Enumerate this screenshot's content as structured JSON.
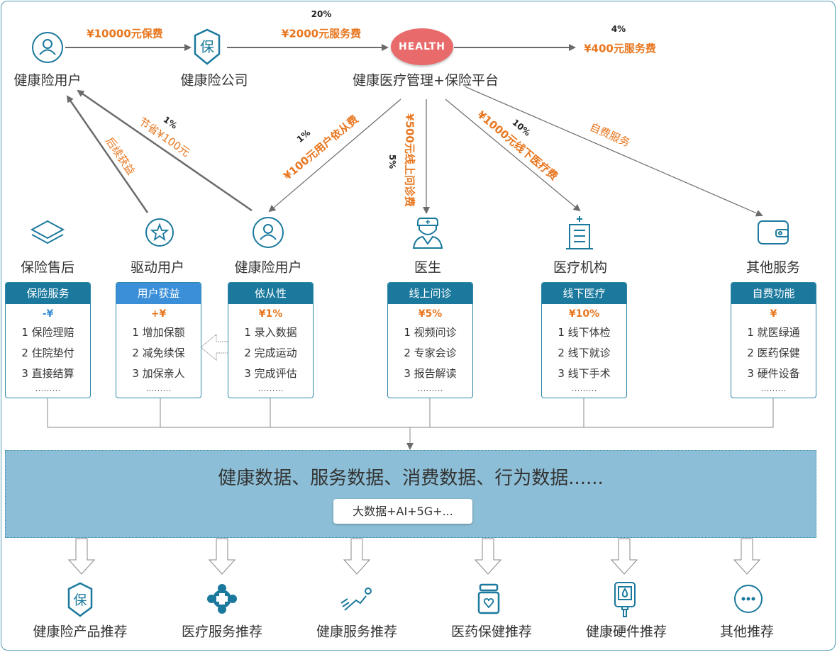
{
  "top": {
    "nodes": [
      "健康险用户",
      "健康险公司",
      "健康医疗管理+保险平台"
    ],
    "health_badge": "HEALTH",
    "arrow1_label": "¥10000元保费",
    "arrow2_pct": "20%",
    "arrow2_label": "¥2000元服务费",
    "arrow3_pct": "4%",
    "arrow3_label": "¥400元服务费"
  },
  "flows": {
    "save_pct": "1%",
    "save_label": "节省¥100元",
    "benefit_label": "后续获益",
    "compliance_pct": "1%",
    "compliance_label": "¥100元用户依从费",
    "online_pct": "5%",
    "online_label": "¥500元线上问诊费",
    "offline_pct": "10%",
    "offline_label": "¥1000元线下医疗费",
    "self_label": "自费服务"
  },
  "mid_nodes": [
    "保险售后",
    "驱动用户",
    "健康险用户",
    "医生",
    "医疗机构",
    "其他服务"
  ],
  "cards": [
    {
      "title": "保险服务",
      "price": "-¥",
      "items": [
        "1 保险理赔",
        "2 住院垫付",
        "3 直接结算"
      ],
      "more": "………"
    },
    {
      "title": "用户获益",
      "price": "+¥",
      "items": [
        "1 增加保额",
        "2 减免续保",
        "3 加保亲人"
      ],
      "more": "………"
    },
    {
      "title": "依从性",
      "price": "¥1%",
      "items": [
        "1 录入数据",
        "2 完成运动",
        "3 完成评估"
      ],
      "more": "………"
    },
    {
      "title": "线上问诊",
      "price": "¥5%",
      "items": [
        "1 视频问诊",
        "2 专家会诊",
        "3 报告解读"
      ],
      "more": "………"
    },
    {
      "title": "线下医疗",
      "price": "¥10%",
      "items": [
        "1 线下体检",
        "2 线下就诊",
        "3 线下手术"
      ],
      "more": "………"
    },
    {
      "title": "自费功能",
      "price": "¥",
      "items": [
        "1 就医绿通",
        "2 医药保健",
        "3 硬件设备"
      ],
      "more": "………"
    }
  ],
  "band": {
    "main": "健康数据、服务数据、消费数据、行为数据......",
    "sub": "大数据+AI+5G+..."
  },
  "outputs": [
    "健康险产品推荐",
    "医疗服务推荐",
    "健康服务推荐",
    "医药保健推荐",
    "健康硬件推荐",
    "其他推荐"
  ],
  "colors": {
    "teal": "#1a799d",
    "blue": "#3a8fd8",
    "orange": "#e8761e",
    "health": "#e86a6a",
    "band": "#8cbfd7"
  }
}
